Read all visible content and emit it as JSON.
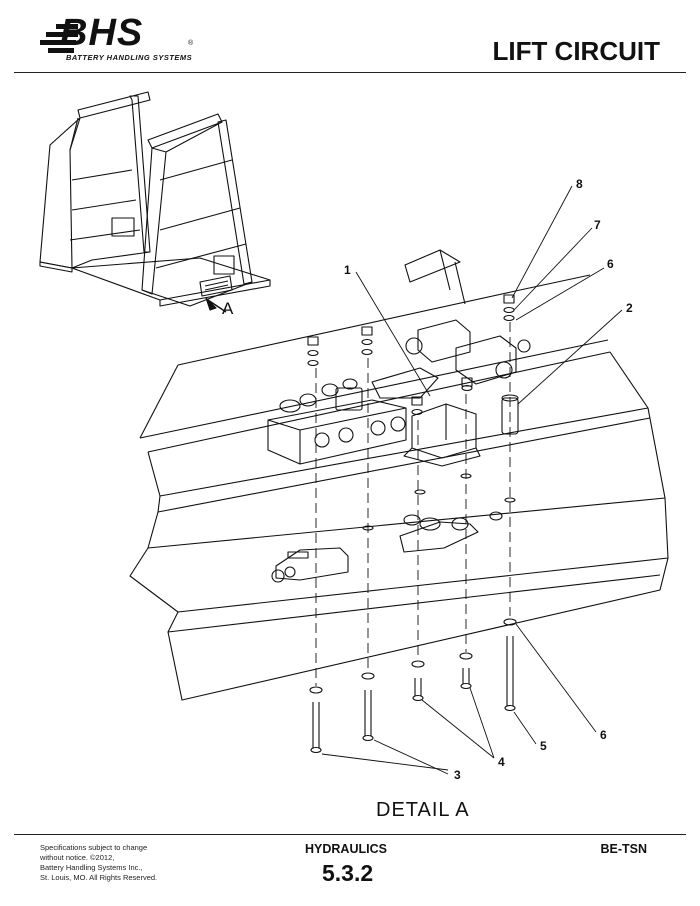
{
  "header": {
    "logo_text": "BHS",
    "logo_registered": "®",
    "logo_subtitle": "BATTERY HANDLING SYSTEMS",
    "title": "LIFT CIRCUIT"
  },
  "drawing": {
    "inset_label": "A",
    "callouts": [
      "1",
      "2",
      "3",
      "4",
      "5",
      "6",
      "6",
      "7",
      "8"
    ],
    "detail_label": "DETAIL  A"
  },
  "footer": {
    "specifications": "Specifications subject to change\nwithout notice. ©2012,\nBattery Handling Systems Inc.,\nSt. Louis, MO. All Rights Reserved.",
    "section": "HYDRAULICS",
    "page_number": "5.3.2",
    "model": "BE-TSN"
  }
}
